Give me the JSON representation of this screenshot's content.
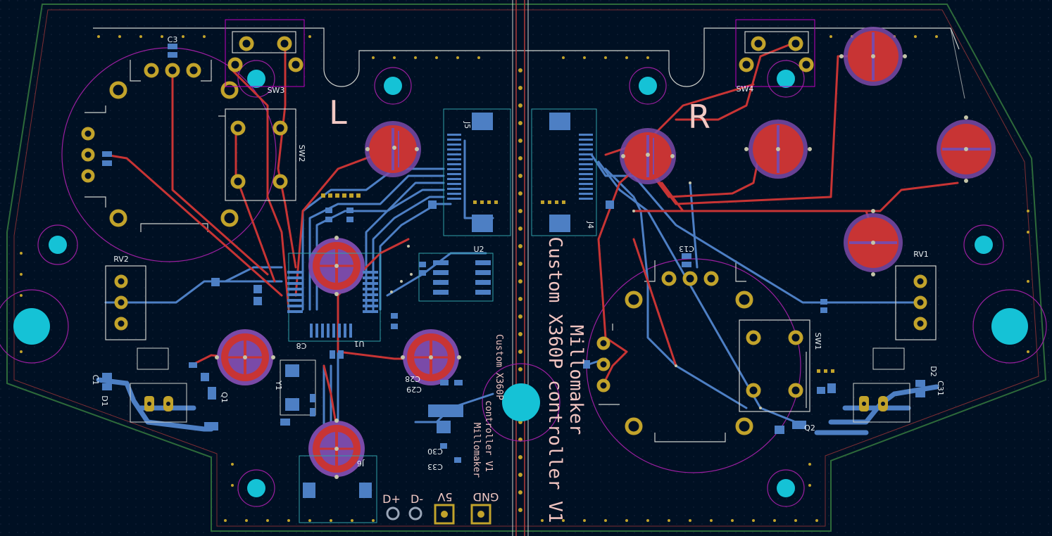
{
  "board": {
    "side_labels": {
      "left": "L",
      "right": "R"
    },
    "title_lines": [
      "Millomaker",
      "Custom X360P controller V1"
    ],
    "small_title_lines": [
      "Custom X360P",
      "controller V1",
      "Millomaker"
    ],
    "pin_labels": {
      "dplus": "D+",
      "dminus": "D-",
      "gnd": "GND",
      "five_v": "5V"
    },
    "references": {
      "sw3": "SW3",
      "sw4": "SW4",
      "sw2": "SW2",
      "sw1": "SW1",
      "rv1": "RV1",
      "rv2": "RV2",
      "u1": "U1",
      "u2": "U2",
      "j5": "J5",
      "j4": "J4",
      "j6": "J6",
      "y1": "Y1",
      "q1": "Q1",
      "q2": "Q2",
      "d1": "D1",
      "d2": "D2",
      "c1": "C1",
      "c31": "C31",
      "c3": "C3",
      "c13": "C13",
      "c8": "C8",
      "c28": "C28",
      "c29": "C29",
      "c30": "C30",
      "c33": "C33"
    }
  },
  "colors": {
    "background": "#001023",
    "front_copper": "#c83434",
    "back_copper": "#4d7fc4",
    "pad_gold": "#c2a32b",
    "mount_hole": "#15c2d6",
    "silkscreen": "#f2c9c4",
    "courtyard": "#c200c2",
    "edge_cuts": "#d0d2cd",
    "via": "#c4c4a8"
  }
}
